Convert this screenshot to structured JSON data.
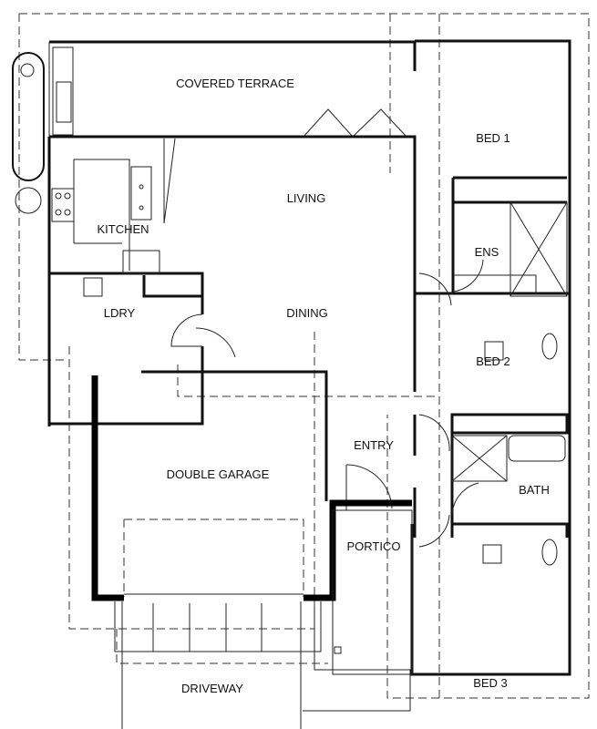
{
  "rooms": {
    "covered_terrace": "COVERED TERRACE",
    "bed1": "BED 1",
    "living": "LIVING",
    "kitchen": "KITCHEN",
    "ens": "ENS",
    "ldry": "LDRY",
    "dining": "DINING",
    "bed2": "BED 2",
    "entry": "ENTRY",
    "double_garage": "DOUBLE GARAGE",
    "bath": "BATH",
    "portico": "PORTICO",
    "bed3": "BED 3",
    "driveway": "DRIVEWAY"
  }
}
